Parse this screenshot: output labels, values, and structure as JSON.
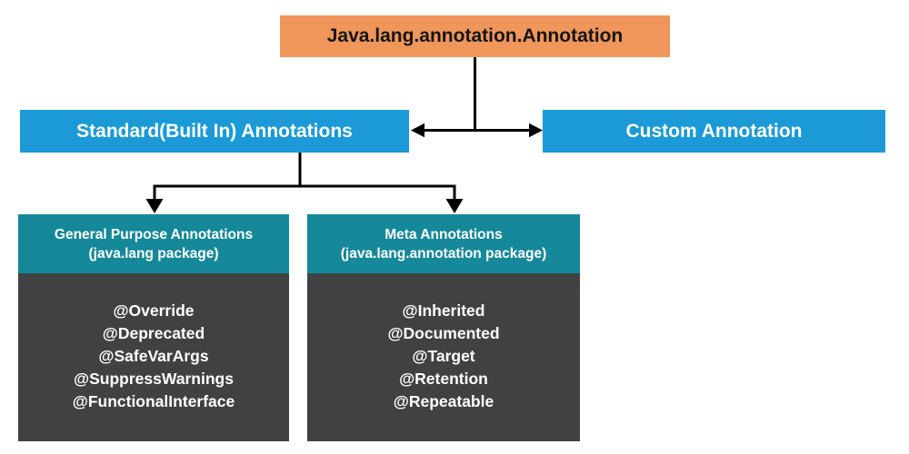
{
  "nodes": {
    "root": {
      "label": "Java.lang.annotation.Annotation"
    },
    "standard": {
      "label": "Standard(Built In) Annotations"
    },
    "custom": {
      "label": "Custom Annotation"
    },
    "general": {
      "title": "General Purpose Annotations",
      "subtitle": "(java.lang package)",
      "items": [
        "@Override",
        "@Deprecated",
        "@SafeVarArgs",
        "@SuppressWarnings",
        "@FunctionalInterface"
      ]
    },
    "meta": {
      "title": "Meta Annotations",
      "subtitle": "(java.lang.annotation package)",
      "items": [
        "@Inherited",
        "@Documented",
        "@Target",
        "@Retention",
        "@Repeatable"
      ]
    }
  },
  "colors": {
    "root_bg": "#F0965B",
    "level2_bg": "#1B9AD7",
    "header_bg": "#15889A",
    "body_bg": "#414143",
    "connector": "#000000"
  }
}
